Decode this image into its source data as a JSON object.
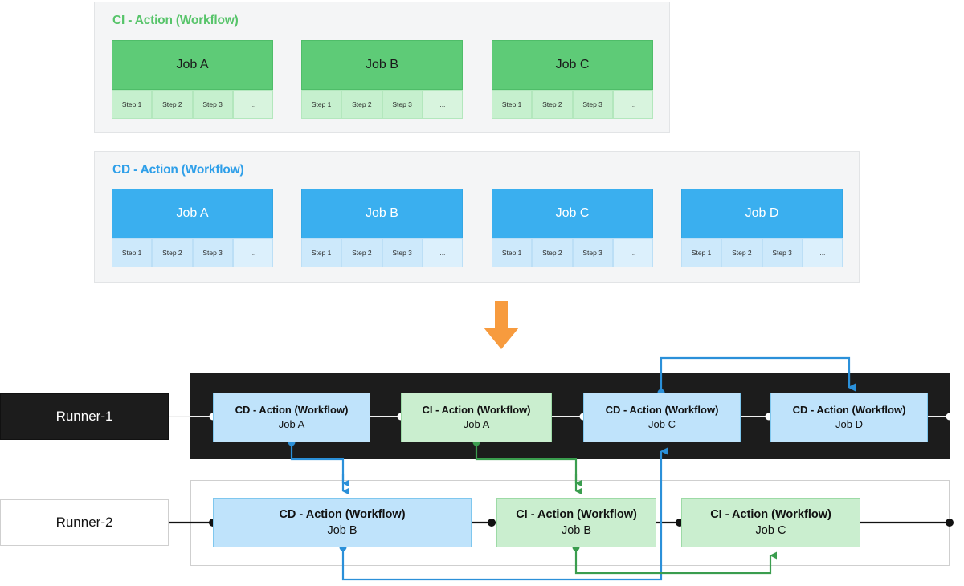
{
  "colors": {
    "ci_accent": "#57c46a",
    "cd_accent": "#2e9fe9",
    "ci_job_fill": "#5ecb77",
    "cd_job_fill": "#3aafef",
    "ci_step_fill": "#c6f0ce",
    "cd_step_fill": "#cde9fb",
    "panel_bg": "#f4f5f6",
    "runner1_bg": "#1c1c1c",
    "runner2_bg": "#ffffff",
    "wf_blue_fill": "#bfe3fb",
    "wf_green_fill": "#caeecf",
    "arrow_orange": "#f79b3e",
    "edge_blue": "#2b90d9",
    "edge_green": "#3a9d4e",
    "edge_black": "#111111",
    "edge_white": "#f0f0f0"
  },
  "workflow_panels": [
    {
      "id": "ci-workflow-panel",
      "title": "CI - Action (Workflow)",
      "kind": "ci",
      "jobs": [
        {
          "name": "Job A",
          "steps": [
            "Step 1",
            "Step 2",
            "Step 3",
            "..."
          ]
        },
        {
          "name": "Job B",
          "steps": [
            "Step 1",
            "Step 2",
            "Step 3",
            "..."
          ]
        },
        {
          "name": "Job C",
          "steps": [
            "Step 1",
            "Step 2",
            "Step 3",
            "..."
          ]
        }
      ]
    },
    {
      "id": "cd-workflow-panel",
      "title": "CD - Action (Workflow)",
      "kind": "cd",
      "jobs": [
        {
          "name": "Job A",
          "steps": [
            "Step 1",
            "Step 2",
            "Step 3",
            "..."
          ]
        },
        {
          "name": "Job B",
          "steps": [
            "Step 1",
            "Step 2",
            "Step 3",
            "..."
          ]
        },
        {
          "name": "Job C",
          "steps": [
            "Step 1",
            "Step 2",
            "Step 3",
            "..."
          ]
        },
        {
          "name": "Job D",
          "steps": [
            "Step 1",
            "Step 2",
            "Step 3",
            "..."
          ]
        }
      ]
    }
  ],
  "transition_arrow": {
    "name": "down-arrow-icon",
    "direction": "down",
    "color": "#f79b3e"
  },
  "runners": [
    {
      "id": "runner-1",
      "label": "Runner-1",
      "theme": "dark",
      "tasks": [
        {
          "workflow": "CD - Action (Workflow)",
          "job": "Job A",
          "kind": "cd"
        },
        {
          "workflow": "CI - Action (Workflow)",
          "job": "Job A",
          "kind": "ci"
        },
        {
          "workflow": "CD - Action (Workflow)",
          "job": "Job C",
          "kind": "cd"
        },
        {
          "workflow": "CD - Action (Workflow)",
          "job": "Job D",
          "kind": "cd"
        }
      ]
    },
    {
      "id": "runner-2",
      "label": "Runner-2",
      "theme": "light",
      "tasks": [
        {
          "workflow": "CD - Action (Workflow)",
          "job": "Job B",
          "kind": "cd"
        },
        {
          "workflow": "CI - Action (Workflow)",
          "job": "Job B",
          "kind": "ci"
        },
        {
          "workflow": "CI - Action (Workflow)",
          "job": "Job C",
          "kind": "ci"
        }
      ]
    }
  ],
  "dependency_edges": [
    {
      "from": "runner1-cd-job-a",
      "to": "runner2-cd-job-b",
      "color": "#2b90d9"
    },
    {
      "from": "runner1-ci-job-a",
      "to": "runner2-ci-job-b",
      "color": "#3a9d4e"
    },
    {
      "from": "runner2-cd-job-b",
      "to": "runner1-cd-job-c",
      "color": "#2b90d9"
    },
    {
      "from": "runner2-ci-job-b",
      "to": "runner2-ci-job-c",
      "color": "#3a9d4e"
    },
    {
      "from": "runner1-cd-job-c",
      "to": "runner1-cd-job-d",
      "color": "#2b90d9"
    }
  ]
}
